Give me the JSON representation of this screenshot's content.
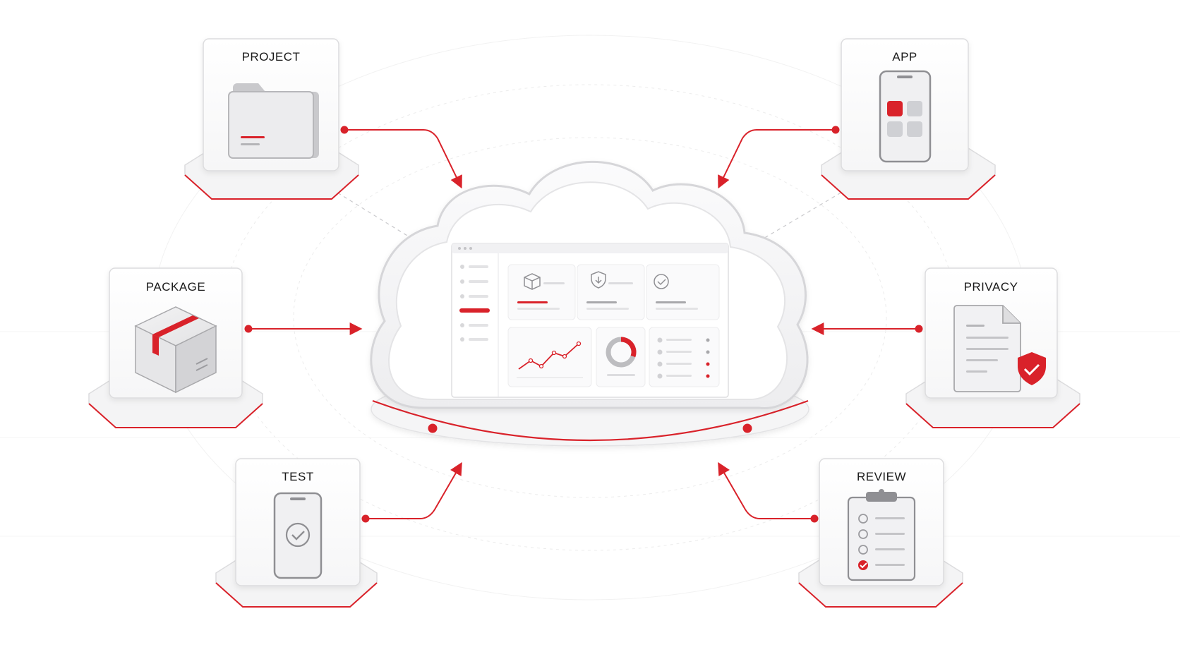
{
  "nodes": {
    "project": {
      "label": "PROJECT"
    },
    "app": {
      "label": "APP"
    },
    "package": {
      "label": "PACKAGE"
    },
    "privacy": {
      "label": "PRIVACY"
    },
    "test": {
      "label": "TEST"
    },
    "review": {
      "label": "REVIEW"
    }
  },
  "icons": {
    "project": "folder-icon",
    "app": "mobile-app-grid-icon",
    "package": "package-box-icon",
    "privacy": "privacy-document-shield-icon",
    "test": "phone-check-icon",
    "review": "clipboard-checklist-icon",
    "center": "cloud-icon"
  },
  "colors": {
    "accent": "#d9222a",
    "card_border": "#dcdcdc",
    "connector": "#d9222a",
    "icon_grey": "#cfd0d4",
    "background": "#ffffff"
  }
}
